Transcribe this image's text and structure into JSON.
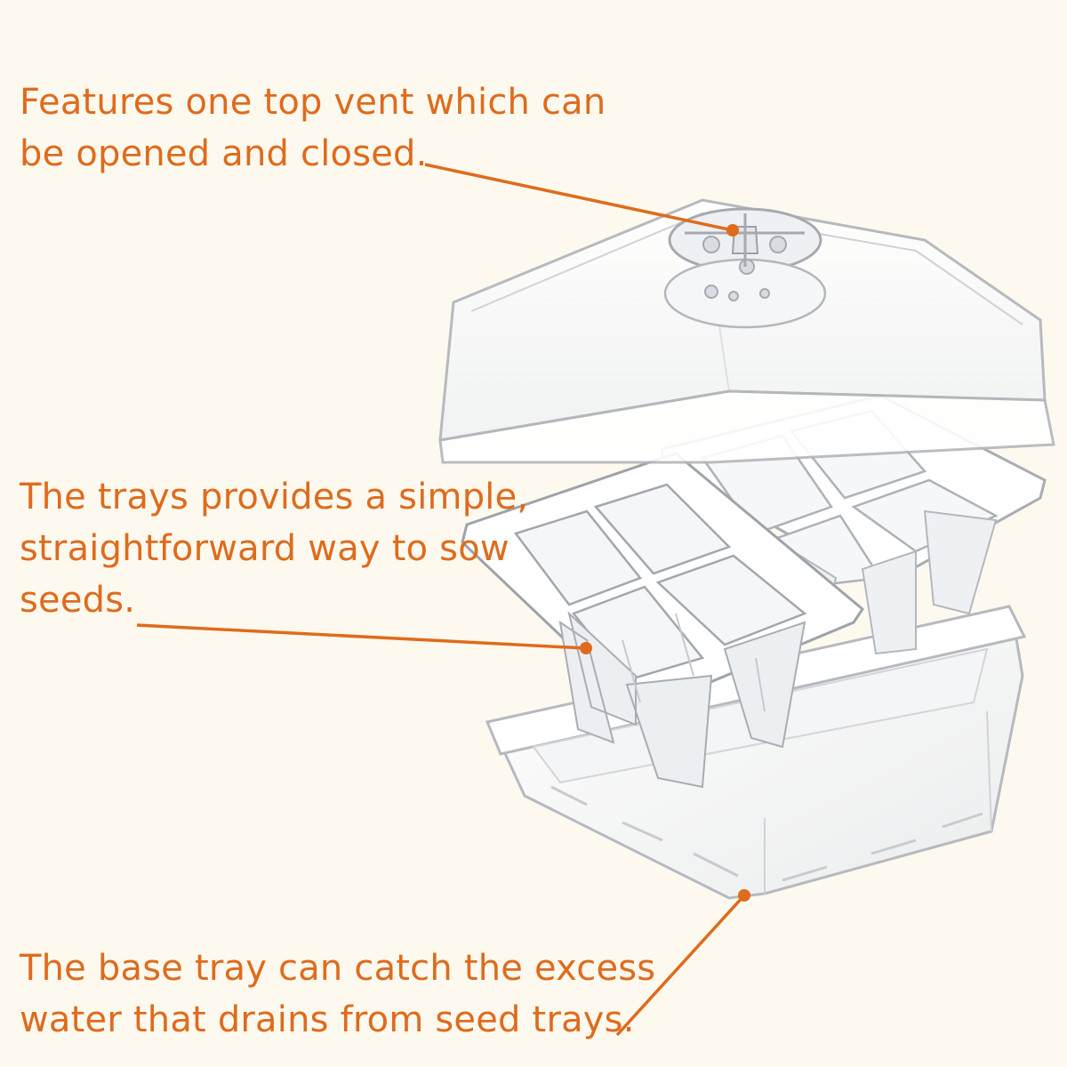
{
  "colors": {
    "background": "#fdf9ee",
    "accent": "#df6b1d",
    "plastic_edge": "#b9bcc1",
    "plastic_fill": "#ffffff"
  },
  "callouts": {
    "vent": {
      "lines": [
        "Features one top vent which can",
        "be opened and closed."
      ]
    },
    "trays": {
      "lines": [
        "The trays provides a simple,",
        "straightforward way to sow",
        "seeds."
      ]
    },
    "base": {
      "lines": [
        "The base tray can catch the excess",
        "water that drains from seed trays."
      ]
    }
  },
  "illustration": {
    "parts": [
      "humidity-dome",
      "top-vent",
      "seed-tray-left",
      "seed-tray-right",
      "base-tray"
    ]
  }
}
